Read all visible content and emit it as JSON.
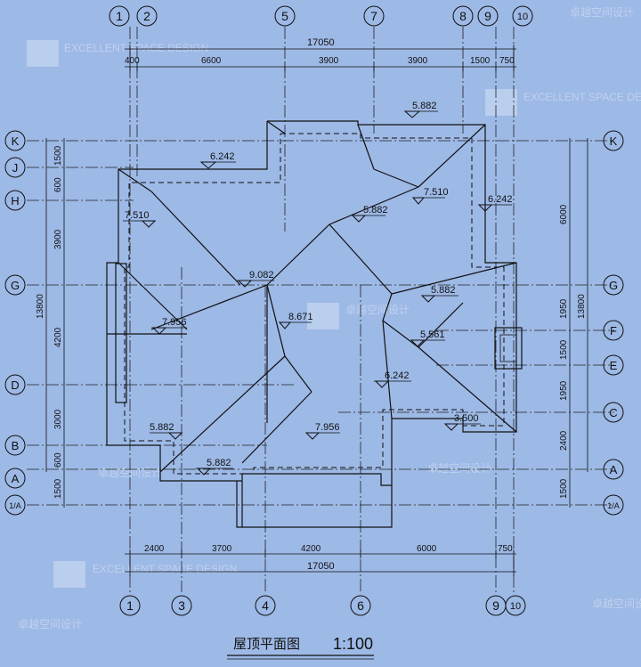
{
  "drawing": {
    "title": "屋顶平面图",
    "scale": "1:100"
  },
  "axes": {
    "top": [
      "1",
      "2",
      "5",
      "7",
      "8",
      "9",
      "10"
    ],
    "bottom": [
      "1",
      "3",
      "4",
      "6",
      "9",
      "10"
    ],
    "left": [
      "K",
      "J",
      "H",
      "G",
      "D",
      "B",
      "A",
      "1/A"
    ],
    "right": [
      "K",
      "G",
      "F",
      "E",
      "C",
      "A",
      "1/A"
    ]
  },
  "dimensions": {
    "top_total": "17050",
    "top_segments": [
      "400",
      "6600",
      "3900",
      "3900",
      "1500",
      "750"
    ],
    "bottom_segments": [
      "2400",
      "3700",
      "4200",
      "6000",
      "750"
    ],
    "bottom_total": "17050",
    "left_segments": [
      "1500",
      "600",
      "3900",
      "4200",
      "3000",
      "600",
      "1500"
    ],
    "left_total": "13800",
    "right_segments": [
      "6000",
      "1950",
      "1500",
      "1950",
      "2400",
      "1500"
    ],
    "right_total": "13800"
  },
  "elevations": [
    "5.882",
    "6.242",
    "7.510",
    "5.882",
    "6.242",
    "7.510",
    "9.082",
    "8.671",
    "5.882",
    "7.956",
    "5.561",
    "6.242",
    "3.500",
    "5.882",
    "7.956",
    "5.882"
  ],
  "watermark": [
    "卓越空间设计",
    "EXCELLENT SPACE DESIGN"
  ]
}
